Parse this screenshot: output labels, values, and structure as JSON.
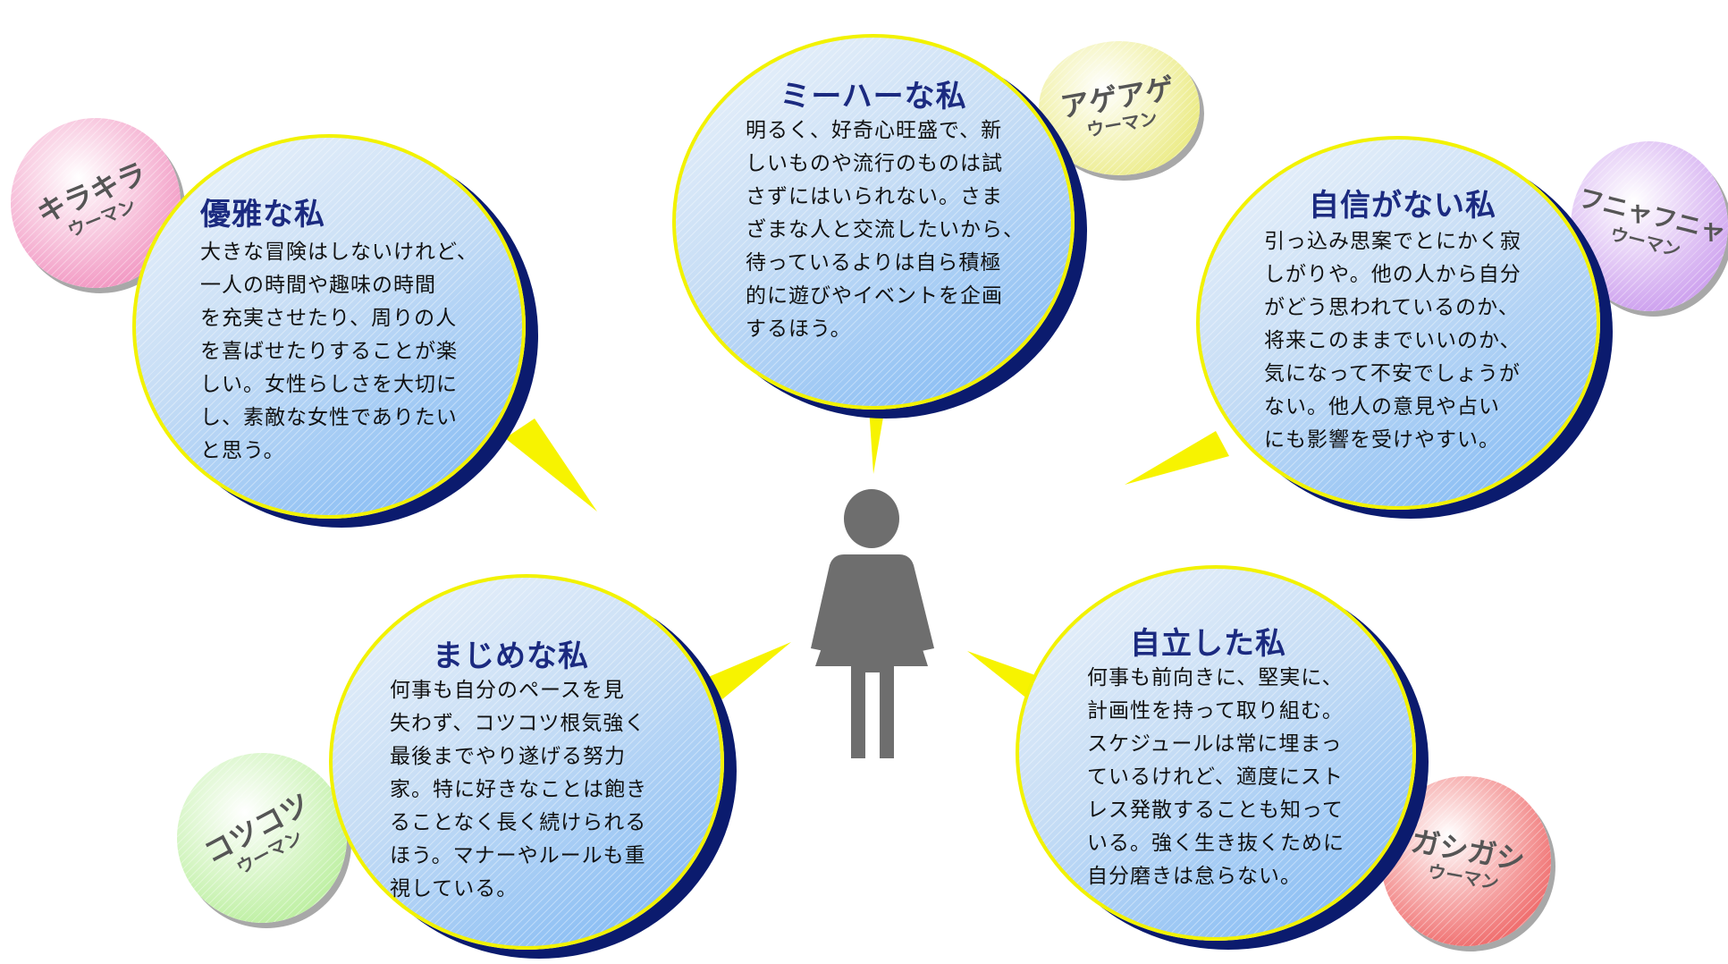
{
  "center": {
    "icon": "woman-figure-icon",
    "color": "#6e6e6e"
  },
  "bubbles": [
    {
      "key": "mihaa",
      "title": "ミーハーな私",
      "description": "明るく、好奇心旺盛で、新\nしいものや流行のものは試\nさずにはいられない。さま\nざまな人と交流したいから、\n待っているよりは自ら積極\n的に遊びやイベントを企画\nするほう。",
      "badge": {
        "name": "アゲアゲ",
        "sub": "ウーマン",
        "color": "#ecec8a"
      }
    },
    {
      "key": "yuuga",
      "title": "優雅な私",
      "description": "大きな冒険はしないけれど、\n一人の時間や趣味の時間\nを充実させたり、周りの人\nを喜ばせたりすることが楽\nしい。女性らしさを大切に\nし、素敵な女性でありたい\nと思う。",
      "badge": {
        "name": "キラキラ",
        "sub": "ウーマン",
        "color": "#f29ac4"
      }
    },
    {
      "key": "jishin",
      "title": "自信がない私",
      "description": "引っ込み思案でとにかく寂\nしがりや。他の人から自分\nがどう思われているのか、\n将来このままでいいのか、\n気になって不安でしょうが\nない。他人の意見や占い\nにも影響を受けやすい。",
      "badge": {
        "name": "フニャフニャ",
        "sub": "ウーマン",
        "color": "#cfa4ef"
      }
    },
    {
      "key": "majime",
      "title": "まじめな私",
      "description": "何事も自分のペースを見\n失わず、コツコツ根気強く\n最後までやり遂げる努力\n家。特に好きなことは飽き\nることなく長く続けられる\nほう。マナーやルールも重\n視している。",
      "badge": {
        "name": "コツコツ",
        "sub": "ウーマン",
        "color": "#bff0a4"
      }
    },
    {
      "key": "jiritsu",
      "title": "自立した私",
      "description": "何事も前向きに、堅実に、\n計画性を持って取り組む。\nスケジュールは常に埋まっ\nているけれど、適度にスト\nレス発散することも知って\nいる。強く生き抜くために\n自分磨きは怠らない。",
      "badge": {
        "name": "ガシガシ",
        "sub": "ウーマン",
        "color": "#f07070"
      }
    }
  ]
}
